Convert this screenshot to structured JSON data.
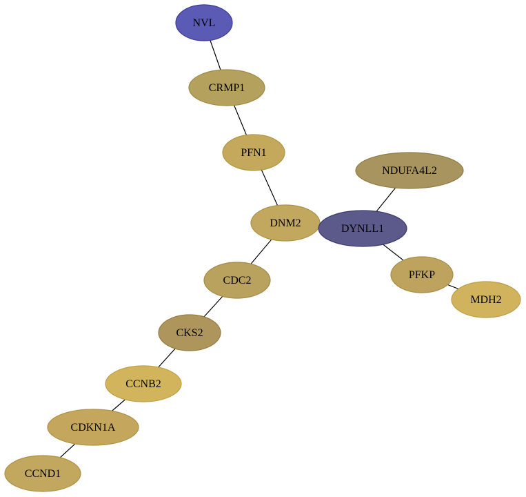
{
  "nodes": [
    {
      "id": "NVL",
      "label": "NVL",
      "fill": "#5b5bb5",
      "stroke": "#3c3c9a"
    },
    {
      "id": "CRMP1",
      "label": "CRMP1",
      "fill": "#b5a15e",
      "stroke": "#9e8a45"
    },
    {
      "id": "PFN1",
      "label": "PFN1",
      "fill": "#c4a85c",
      "stroke": "#b09545"
    },
    {
      "id": "NDUFA4L2",
      "label": "NDUFA4L2",
      "fill": "#a8945e",
      "stroke": "#8f7c45"
    },
    {
      "id": "DNM2",
      "label": "DNM2",
      "fill": "#c2a75e",
      "stroke": "#ad9245"
    },
    {
      "id": "DYNLL1",
      "label": "DYNLL1",
      "fill": "#5c5a8a",
      "stroke": "#3c3a6e"
    },
    {
      "id": "PFKP",
      "label": "PFKP",
      "fill": "#bea35e",
      "stroke": "#a88d45"
    },
    {
      "id": "MDH2",
      "label": "MDH2",
      "fill": "#d0b35c",
      "stroke": "#bc9e45"
    },
    {
      "id": "CDC2",
      "label": "CDC2",
      "fill": "#b9a15e",
      "stroke": "#a38a45"
    },
    {
      "id": "CKS2",
      "label": "CKS2",
      "fill": "#ad955c",
      "stroke": "#937c40"
    },
    {
      "id": "CCNB2",
      "label": "CCNB2",
      "fill": "#d2b45c",
      "stroke": "#be9f45"
    },
    {
      "id": "CDKN1A",
      "label": "CDKN1A",
      "fill": "#c4a75c",
      "stroke": "#af9245"
    },
    {
      "id": "CCND1",
      "label": "CCND1",
      "fill": "#c2a75e",
      "stroke": "#ad9245"
    }
  ],
  "edges": [
    {
      "from": "NVL",
      "to": "CRMP1"
    },
    {
      "from": "CRMP1",
      "to": "PFN1"
    },
    {
      "from": "PFN1",
      "to": "DNM2"
    },
    {
      "from": "DNM2",
      "to": "DYNLL1"
    },
    {
      "from": "NDUFA4L2",
      "to": "DYNLL1"
    },
    {
      "from": "DYNLL1",
      "to": "PFKP"
    },
    {
      "from": "PFKP",
      "to": "MDH2"
    },
    {
      "from": "DNM2",
      "to": "CDC2"
    },
    {
      "from": "CDC2",
      "to": "CKS2"
    },
    {
      "from": "CKS2",
      "to": "CCNB2"
    },
    {
      "from": "CCNB2",
      "to": "CDKN1A"
    },
    {
      "from": "CDKN1A",
      "to": "CCND1"
    }
  ]
}
